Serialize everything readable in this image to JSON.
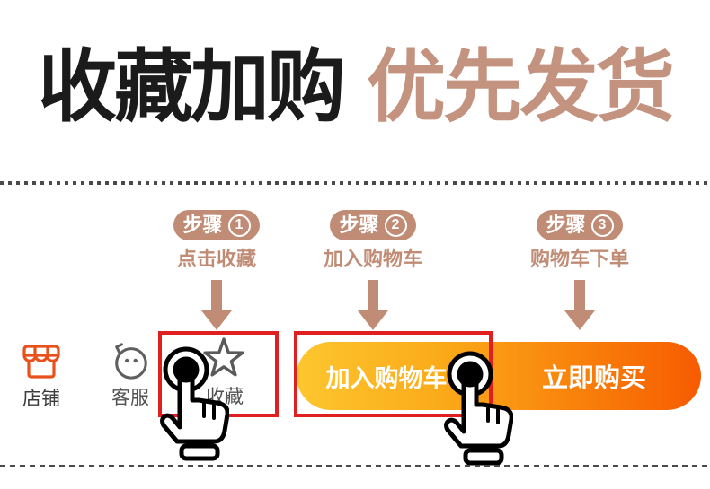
{
  "colors": {
    "black": "#1b1b1b",
    "tan": "#c08c75",
    "tan_heading": "#c4937f",
    "red_box": "#e02020",
    "shop_orange": "#e8511b",
    "icon_gray": "#5a5a5a",
    "label_dark": "#3c3c3c",
    "separator_gray": "#4a4a4a",
    "grad_yellow": "#fdc62f",
    "grad_mid": "#fbab19",
    "grad_orange": "#f9830c",
    "grad_deep": "#f75b00"
  },
  "header": {
    "title_left": "收藏加购",
    "title_right": "优先发货"
  },
  "steps": [
    {
      "label": "步骤",
      "number": "1",
      "caption": "点击收藏"
    },
    {
      "label": "步骤",
      "number": "2",
      "caption": "加入购物车"
    },
    {
      "label": "步骤",
      "number": "3",
      "caption": "购物车下单"
    }
  ],
  "action_bar": {
    "shop": "店铺",
    "service": "客服",
    "favorite": "收藏",
    "add_to_cart": "加入购物车",
    "buy_now": "立即购买"
  }
}
